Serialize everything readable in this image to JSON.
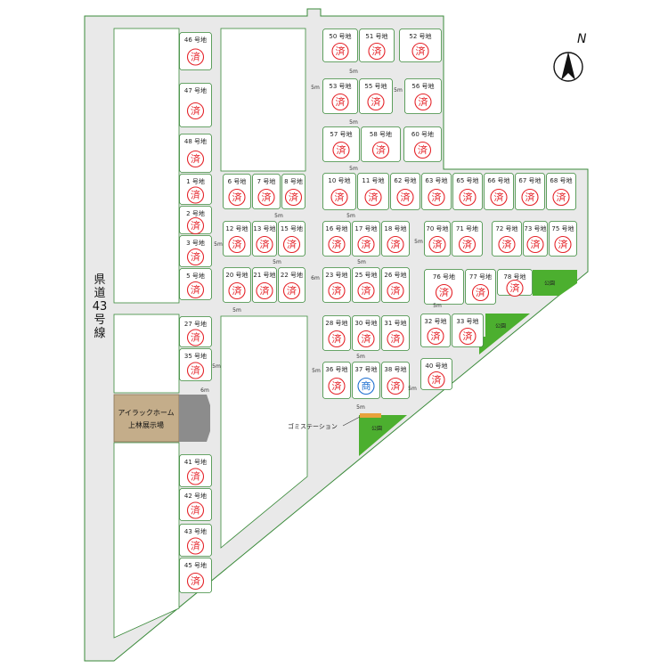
{
  "colors": {
    "road": "#e8e8e8",
    "lot_outline": "#3a8a3a",
    "sold_stamp": "#e5242a",
    "shop_stamp": "#1d6fd0",
    "park": "#4caf2f",
    "showroom": "#c4ad8a",
    "showroom_side": "#8c8c8c",
    "garbage": "#e8a23c"
  },
  "compass": {
    "label": "N",
    "icon": "north-arrow-icon"
  },
  "route": {
    "label_chars": [
      "県",
      "道",
      "43",
      "号",
      "線"
    ]
  },
  "showroom": {
    "line1": "アイラックホーム",
    "line2": "上林展示場"
  },
  "garbage_station": {
    "label": "ゴミステーション"
  },
  "park_label": "公園",
  "status_stamps": {
    "sold": "済",
    "business": "商"
  },
  "lots": [
    {
      "id": "l46",
      "label": "46 号地",
      "status": "sold"
    },
    {
      "id": "l47",
      "label": "47 号地",
      "status": "sold"
    },
    {
      "id": "l48",
      "label": "48 号地",
      "status": "sold"
    },
    {
      "id": "l1",
      "label": "1 号地",
      "status": "sold"
    },
    {
      "id": "l2",
      "label": "2 号地",
      "status": "sold"
    },
    {
      "id": "l3",
      "label": "3 号地",
      "status": "sold"
    },
    {
      "id": "l5",
      "label": "5 号地",
      "status": "sold"
    },
    {
      "id": "l27",
      "label": "27 号地",
      "status": "sold"
    },
    {
      "id": "l35",
      "label": "35 号地",
      "status": "sold"
    },
    {
      "id": "l41",
      "label": "41 号地",
      "status": "sold"
    },
    {
      "id": "l42",
      "label": "42 号地",
      "status": "sold"
    },
    {
      "id": "l43",
      "label": "43 号地",
      "status": "sold"
    },
    {
      "id": "l45",
      "label": "45 号地",
      "status": "sold"
    },
    {
      "id": "l6",
      "label": "6 号地",
      "status": "sold"
    },
    {
      "id": "l7",
      "label": "7 号地",
      "status": "sold"
    },
    {
      "id": "l8",
      "label": "8 号地",
      "status": "sold"
    },
    {
      "id": "l12",
      "label": "12 号地",
      "status": "sold"
    },
    {
      "id": "l13",
      "label": "13 号地",
      "status": "sold"
    },
    {
      "id": "l15",
      "label": "15 号地",
      "status": "sold"
    },
    {
      "id": "l20",
      "label": "20 号地",
      "status": "sold"
    },
    {
      "id": "l21",
      "label": "21 号地",
      "status": "sold"
    },
    {
      "id": "l22",
      "label": "22 号地",
      "status": "sold"
    },
    {
      "id": "l50",
      "label": "50 号地",
      "status": "sold"
    },
    {
      "id": "l51",
      "label": "51 号地",
      "status": "sold"
    },
    {
      "id": "l52",
      "label": "52 号地",
      "status": "sold"
    },
    {
      "id": "l53",
      "label": "53 号地",
      "status": "sold"
    },
    {
      "id": "l55",
      "label": "55 号地",
      "status": "sold"
    },
    {
      "id": "l56",
      "label": "56 号地",
      "status": "sold"
    },
    {
      "id": "l57",
      "label": "57 号地",
      "status": "sold"
    },
    {
      "id": "l58",
      "label": "58 号地",
      "status": "sold"
    },
    {
      "id": "l60",
      "label": "60 号地",
      "status": "sold"
    },
    {
      "id": "l10",
      "label": "10 号地",
      "status": "sold"
    },
    {
      "id": "l11",
      "label": "11 号地",
      "status": "sold"
    },
    {
      "id": "l62",
      "label": "62 号地",
      "status": "sold"
    },
    {
      "id": "l63",
      "label": "63 号地",
      "status": "sold"
    },
    {
      "id": "l65",
      "label": "65 号地",
      "status": "sold"
    },
    {
      "id": "l66",
      "label": "66 号地",
      "status": "sold"
    },
    {
      "id": "l67",
      "label": "67 号地",
      "status": "sold"
    },
    {
      "id": "l68",
      "label": "68 号地",
      "status": "sold"
    },
    {
      "id": "l16",
      "label": "16 号地",
      "status": "sold"
    },
    {
      "id": "l17",
      "label": "17 号地",
      "status": "sold"
    },
    {
      "id": "l18",
      "label": "18 号地",
      "status": "sold"
    },
    {
      "id": "l70",
      "label": "70 号地",
      "status": "sold"
    },
    {
      "id": "l71",
      "label": "71 号地",
      "status": "sold"
    },
    {
      "id": "l72",
      "label": "72 号地",
      "status": "sold"
    },
    {
      "id": "l73",
      "label": "73 号地",
      "status": "sold"
    },
    {
      "id": "l75",
      "label": "75 号地",
      "status": "sold"
    },
    {
      "id": "l23",
      "label": "23 号地",
      "status": "sold"
    },
    {
      "id": "l25",
      "label": "25 号地",
      "status": "sold"
    },
    {
      "id": "l26",
      "label": "26 号地",
      "status": "sold"
    },
    {
      "id": "l76",
      "label": "76 号地",
      "status": "sold"
    },
    {
      "id": "l77",
      "label": "77 号地",
      "status": "sold"
    },
    {
      "id": "l78",
      "label": "78 号地",
      "status": "sold"
    },
    {
      "id": "l28",
      "label": "28 号地",
      "status": "sold"
    },
    {
      "id": "l30",
      "label": "30 号地",
      "status": "sold"
    },
    {
      "id": "l31",
      "label": "31 号地",
      "status": "sold"
    },
    {
      "id": "l32",
      "label": "32 号地",
      "status": "sold"
    },
    {
      "id": "l33",
      "label": "33 号地",
      "status": "sold"
    },
    {
      "id": "l36",
      "label": "36 号地",
      "status": "sold"
    },
    {
      "id": "l37",
      "label": "37 号地",
      "status": "business"
    },
    {
      "id": "l38",
      "label": "38 号地",
      "status": "sold"
    },
    {
      "id": "l40",
      "label": "40 号地",
      "status": "sold"
    }
  ],
  "road_widths": [
    {
      "id": "w1",
      "label": "5m"
    },
    {
      "id": "w2",
      "label": "5m"
    },
    {
      "id": "w3",
      "label": "5m"
    },
    {
      "id": "w4",
      "label": "5m"
    },
    {
      "id": "w5",
      "label": "5m"
    },
    {
      "id": "w6",
      "label": "5m"
    },
    {
      "id": "w7",
      "label": "5m"
    },
    {
      "id": "w8",
      "label": "5m"
    },
    {
      "id": "w9",
      "label": "5m"
    },
    {
      "id": "w10",
      "label": "5m"
    },
    {
      "id": "w11",
      "label": "5m"
    },
    {
      "id": "w12",
      "label": "5m"
    },
    {
      "id": "w13",
      "label": "5m"
    },
    {
      "id": "w14",
      "label": "5m"
    },
    {
      "id": "w15",
      "label": "5m"
    },
    {
      "id": "w16",
      "label": "5m"
    },
    {
      "id": "w17",
      "label": "5m"
    },
    {
      "id": "w18",
      "label": "6m"
    },
    {
      "id": "w19",
      "label": "6m"
    },
    {
      "id": "w20",
      "label": "5m"
    }
  ]
}
